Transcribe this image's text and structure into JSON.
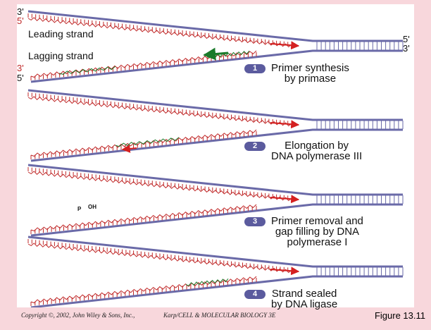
{
  "colors": {
    "background": "#f8d7dc",
    "dna_backbone": "#6a6aa8",
    "base_pairs": "#c02828",
    "primer": "#1a7a2a",
    "arrow_leading": "#d42020",
    "arrow_primer": "#1a7a2a",
    "badge": "#5b5b9e"
  },
  "labels": {
    "top_3": "3'",
    "top_5": "5'",
    "right_5": "5'",
    "right_3": "3'",
    "lag_3": "3'",
    "lag_5": "5'",
    "leading_strand": "Leading strand",
    "lagging_strand": "Lagging strand",
    "p_label": "P",
    "oh_label": "OH"
  },
  "steps": [
    {
      "number": "1",
      "line1": "Primer synthesis",
      "line2": "by primase",
      "line3": ""
    },
    {
      "number": "2",
      "line1": "Elongation by",
      "line2": "DNA polymerase III",
      "line3": ""
    },
    {
      "number": "3",
      "line1": "Primer removal and",
      "line2": "gap filling by DNA",
      "line3": "polymerase I"
    },
    {
      "number": "4",
      "line1": "Strand sealed",
      "line2": "by DNA ligase",
      "line3": ""
    }
  ],
  "footer": {
    "copyright": "Copyright ©, 2002, John Wiley & Sons, Inc.,",
    "book": "Karp/CELL & MOLECULAR BIOLOGY 3E",
    "figure": "Figure 13.11"
  }
}
